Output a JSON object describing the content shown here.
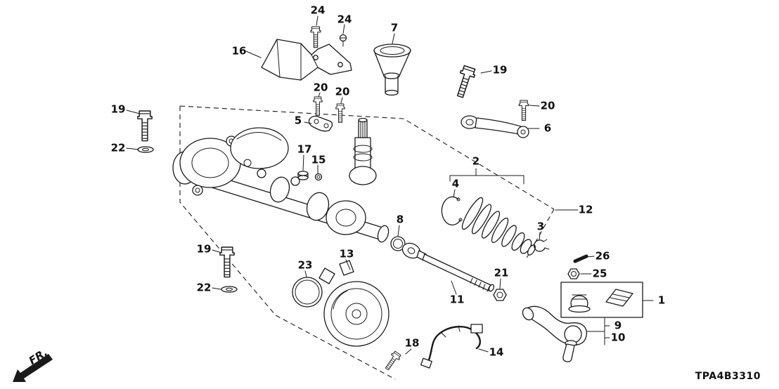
{
  "fr_label": "FR.",
  "diagram_code": "TPA4B3310",
  "colors": {
    "line": "#1a1a1a",
    "background": "#ffffff",
    "text": "#111111"
  },
  "callouts": [
    {
      "label": "24"
    },
    {
      "label": "24"
    },
    {
      "label": "7"
    },
    {
      "label": "16"
    },
    {
      "label": "19"
    },
    {
      "label": "20"
    },
    {
      "label": "20"
    },
    {
      "label": "20"
    },
    {
      "label": "6"
    },
    {
      "label": "19"
    },
    {
      "label": "22"
    },
    {
      "label": "5"
    },
    {
      "label": "17"
    },
    {
      "label": "15"
    },
    {
      "label": "2"
    },
    {
      "label": "4"
    },
    {
      "label": "12"
    },
    {
      "label": "3"
    },
    {
      "label": "8"
    },
    {
      "label": "26"
    },
    {
      "label": "25"
    },
    {
      "label": "19"
    },
    {
      "label": "22"
    },
    {
      "label": "23"
    },
    {
      "label": "13"
    },
    {
      "label": "11"
    },
    {
      "label": "21"
    },
    {
      "label": "1"
    },
    {
      "label": "9"
    },
    {
      "label": "10"
    },
    {
      "label": "18"
    },
    {
      "label": "14"
    }
  ]
}
